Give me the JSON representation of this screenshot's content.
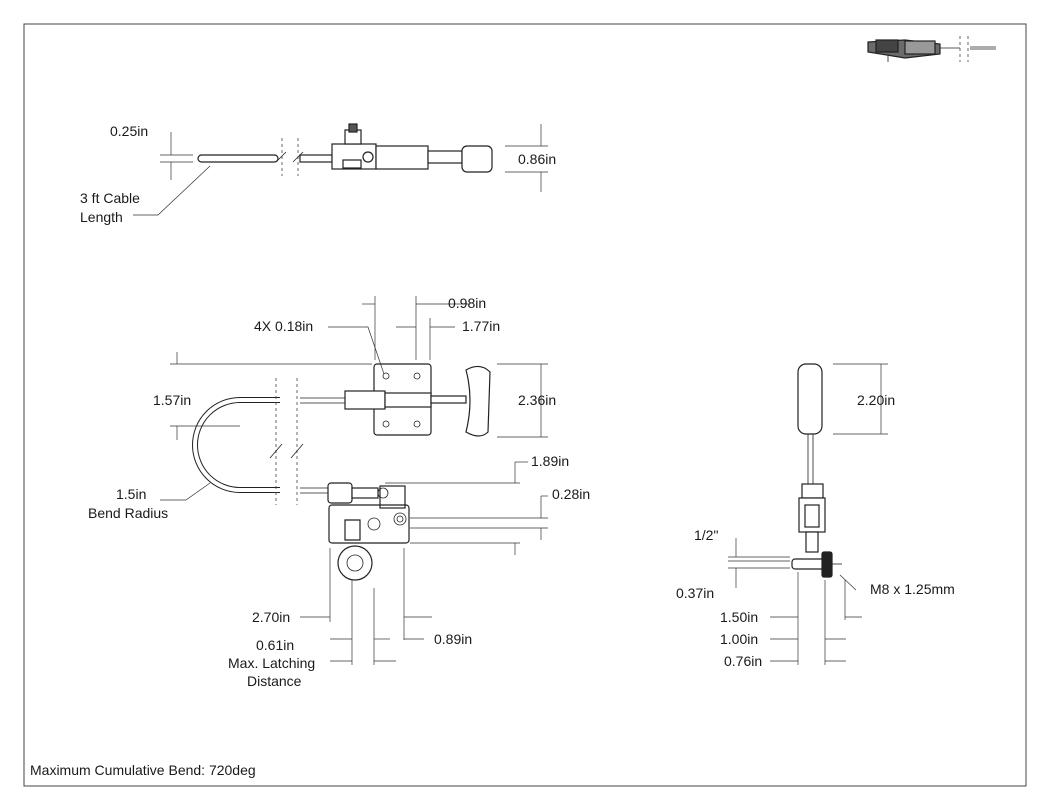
{
  "drawing": {
    "labels": {
      "top_cable_dia": "0.25in",
      "cable_length_1": "3 ft Cable",
      "cable_length_2": "Length",
      "top_height": "0.86in",
      "dim_098": "0.98in",
      "hole_4x": "4X 0.18in",
      "dim_177": "1.77in",
      "dim_157": "1.57in",
      "dim_236": "2.36in",
      "dim_189": "1.89in",
      "dim_028": "0.28in",
      "bend_radius_1": "1.5in",
      "bend_radius_2": "Bend Radius",
      "dim_270": "2.70in",
      "dim_061": "0.61in",
      "max_latch_1": "Max. Latching",
      "max_latch_2": "Distance",
      "dim_089": "0.89in",
      "dim_220": "2.20in",
      "half_inch": "1/2\"",
      "dim_037": "0.37in",
      "thread": "M8 x 1.25mm",
      "dim_150": "1.50in",
      "dim_100": "1.00in",
      "dim_076": "0.76in"
    },
    "note": "Maximum Cumulative Bend: 720deg"
  }
}
